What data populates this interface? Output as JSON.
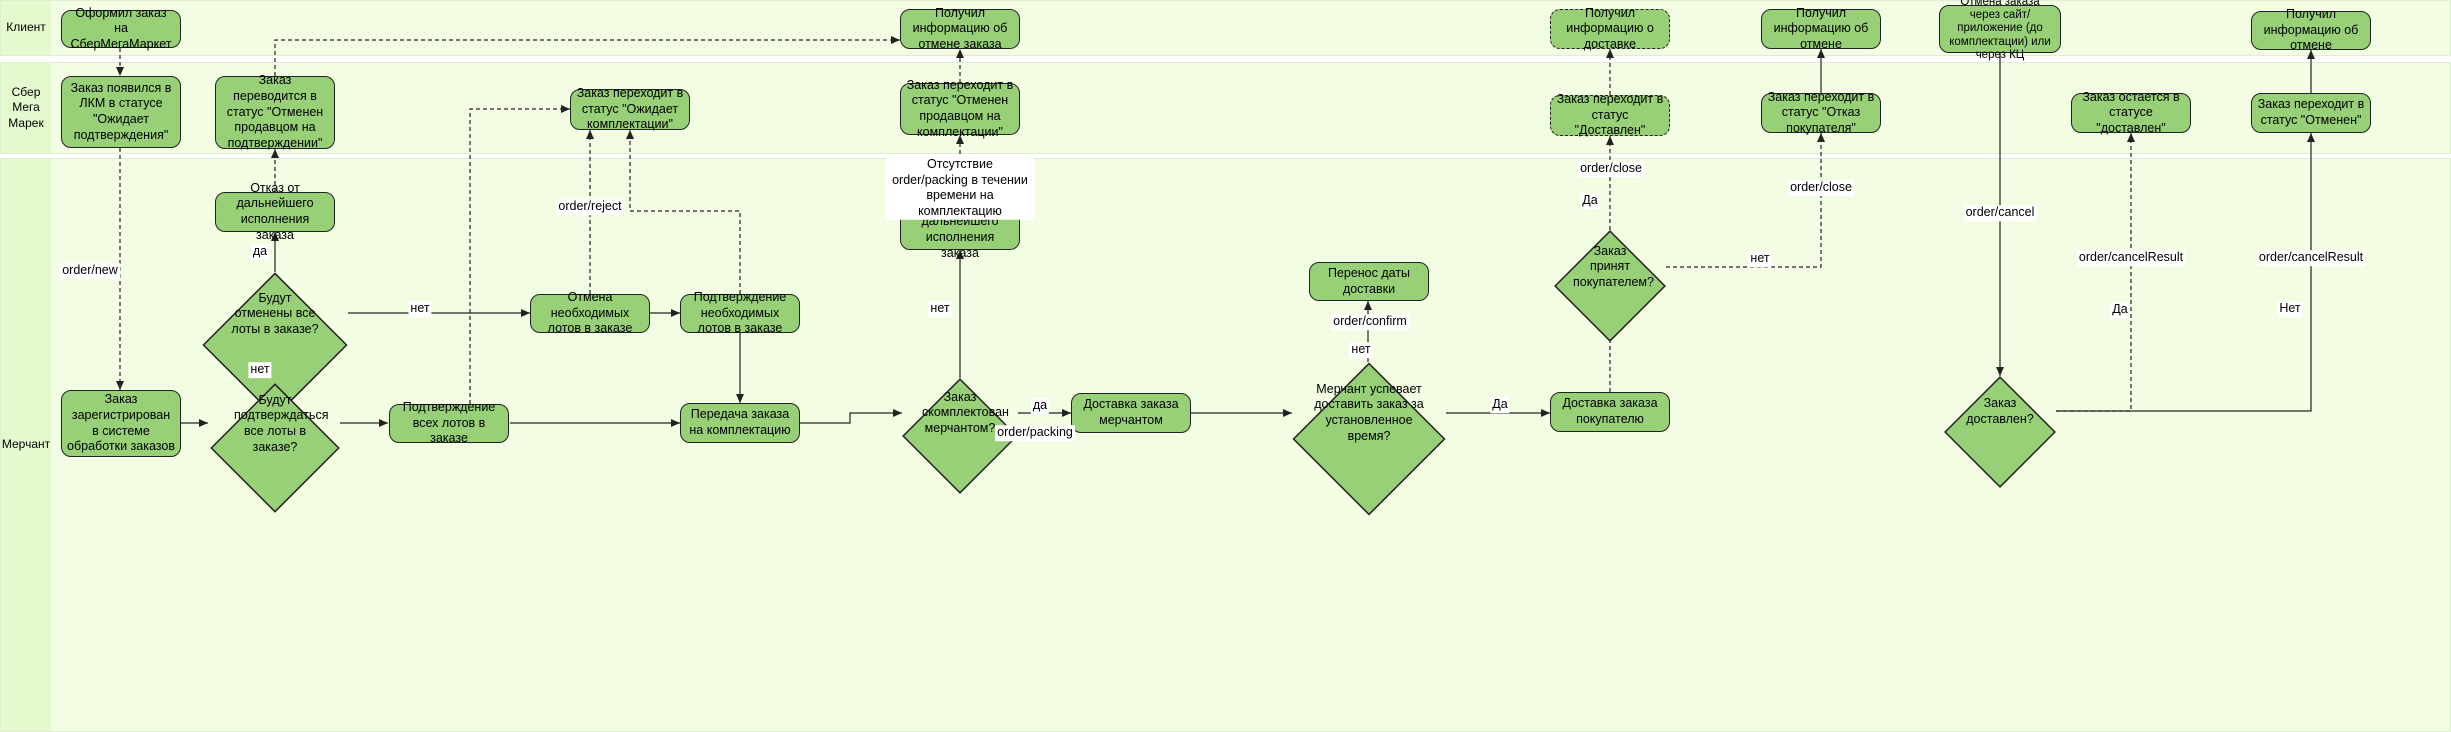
{
  "lanes": [
    {
      "id": "client",
      "label": "Клиент"
    },
    {
      "id": "sber",
      "label": "Сбер\nМега\nМарек"
    },
    {
      "id": "merchant",
      "label": "Мерчант"
    }
  ],
  "nodes": {
    "n_order": "Оформил заказ на СберМегаМаркет",
    "n_cli_info1": "Получил информацию об отмене заказа",
    "n_cli_delivered": "Получил информацию о доставке",
    "n_cli_cancel_info": "Получил информацию об отмене",
    "n_cli_cancel_req": "Отмена заказа через сайт/ приложение (до комплектации) или через КЦ",
    "n_cli_cancel_info2": "Получил информацию об отмене",
    "n_lkm": "Заказ появился в ЛКМ в статусе \"Ожидает подтверждения\"",
    "n_cancel_status": "Заказ переводится в статус \"Отменен продавцом на подтверждении\"",
    "n_wait_pack": "Заказ переходит в статус \"Ожидает комплектации\"",
    "n_cancel_pack": "Заказ переходит в статус \"Отменен продавцом на комплектации\"",
    "n_delivered": "Заказ переходит в статус \"Доставлен\"",
    "n_refusal": "Заказ переходит в статус \"Отказ покупателя\"",
    "n_stays": "Заказ остается в статусе \"доставлен\"",
    "n_cancelled": "Заказ переходит в статус \"Отменен\"",
    "n_refuse": "Отказ от дальнейшего исполнения заказа",
    "n_cancel_lots": "Отмена необходимых лотов в заказе",
    "n_confirm_lots": "Подтверждение необходимых лотов в заказе",
    "n_impossible": "Невозможность дальнейшего исполнения заказа",
    "n_reschedule": "Перенос даты доставки",
    "n_registered": "Заказ зарегистрирован в системе обработки заказов",
    "n_confirm_all": "Подтверждение всех лотов в заказе",
    "n_handover": "Передача заказа на комплектацию",
    "n_mdelivery": "Доставка заказа мерчантом",
    "n_cdelivery": "Доставка заказа покупателю"
  },
  "decisions": {
    "d_all_cancel": "Будут отменены все лоты в заказе?",
    "d_all_confirm": "Будут подтверждаться все лоты в заказе?",
    "d_packed": "Заказ скомплектован мерчантом?",
    "d_in_time": "Мерчант успевает доставить заказ за установленное время?",
    "d_accepted": "Заказ принят покупателем?",
    "d_delivered": "Заказ доставлен?"
  },
  "edge_labels": {
    "l_new": "order/new",
    "l_da1": "да",
    "l_net1": "нет",
    "l_net2": "нет",
    "l_reject": "order/reject",
    "l_absence": "Отсутствие order/packing в течении времени на комплектацию",
    "l_net3": "нет",
    "l_da2": "да",
    "l_packing": "order/packing",
    "l_confirm": "order/confirm",
    "l_net4": "нет",
    "l_Da3": "Да",
    "l_close1": "order/close",
    "l_Da4": "Да",
    "l_net5": "нет",
    "l_close2": "order/close",
    "l_cancel": "order/cancel",
    "l_cres1": "order/cancelResult",
    "l_Da5": "Да",
    "l_cres2": "order/cancelResult",
    "l_Net6": "Нет"
  },
  "colors": {
    "node_fill": "#97d077",
    "lane_bg": "#f2fde3",
    "lane_header_bg": "#e5f9cf",
    "stroke": "#222222"
  }
}
